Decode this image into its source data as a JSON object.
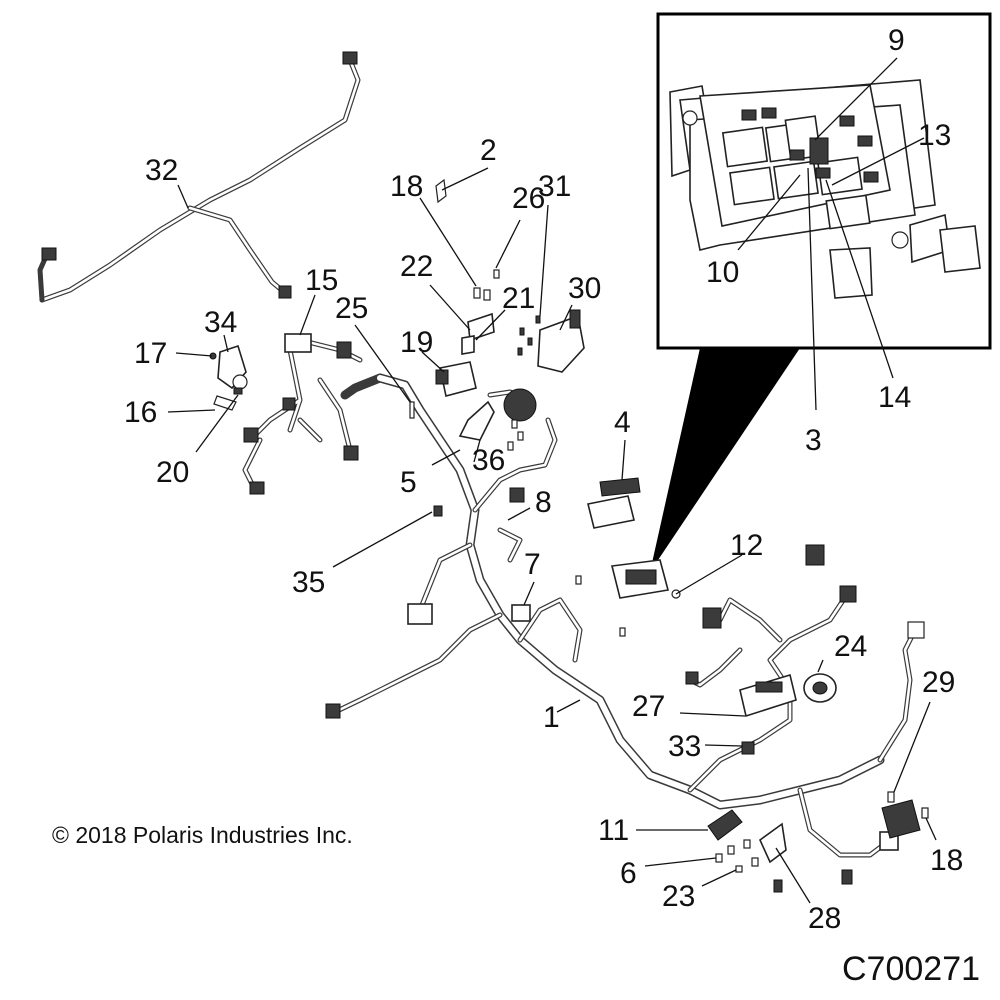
{
  "callouts": [
    "1",
    "2",
    "3",
    "4",
    "5",
    "6",
    "7",
    "8",
    "9",
    "10",
    "11",
    "12",
    "13",
    "14",
    "15",
    "16",
    "17",
    "18",
    "18",
    "19",
    "20",
    "21",
    "22",
    "23",
    "24",
    "25",
    "26",
    "27",
    "28",
    "29",
    "30",
    "31",
    "32",
    "33",
    "34",
    "35",
    "36"
  ],
  "copyright": "© 2018 Polaris Industries Inc.",
  "figure_id": "C700271"
}
